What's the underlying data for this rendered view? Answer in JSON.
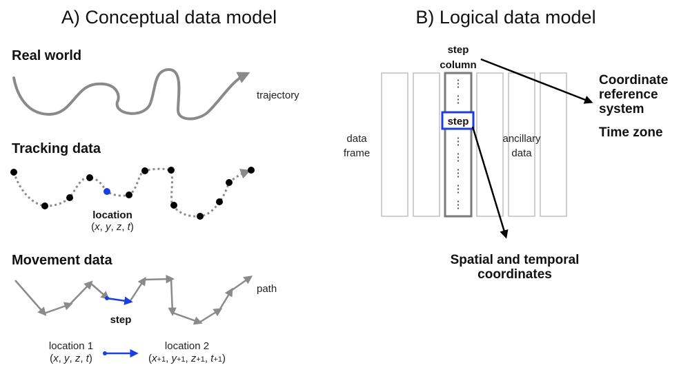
{
  "panel_a": {
    "title": "A) Conceptual data model",
    "real_world": {
      "title": "Real world",
      "trajectory_label": "trajectory"
    },
    "tracking": {
      "title": "Tracking data",
      "location_label": "location",
      "location_coords": {
        "open": "(",
        "x": "x",
        "y": "y",
        "z": "z",
        "t": "t",
        "close": ")",
        "sep": ", "
      }
    },
    "movement": {
      "title": "Movement data",
      "path_label": "path",
      "step_label": "step",
      "location1_label": "location 1",
      "location1_coords": {
        "open": "(",
        "x": "x",
        "y": "y",
        "z": "z",
        "t": "t",
        "close": ")",
        "sep": ", "
      },
      "location2_label": "location 2",
      "location2_coords": {
        "open": "(",
        "x": "x",
        "y": "y",
        "z": "z",
        "t": "t",
        "sub": "+1",
        "close": ")",
        "sep": ", "
      }
    }
  },
  "panel_b": {
    "title": "B) Logical data model",
    "step_column_label_line1": "step",
    "step_column_label_line2": "column",
    "step_cell_label": "step",
    "data_frame_line1": "data",
    "data_frame_line2": "frame",
    "ancillary_line1": "ancillary",
    "ancillary_line2": "data",
    "crs_line1": "Coordinate",
    "crs_line2": "reference",
    "crs_line3": "system",
    "time_zone": "Time zone",
    "spatial_line1": "Spatial and temporal",
    "spatial_line2": "coordinates",
    "ellipsis": "⋮"
  },
  "colors": {
    "gray": "#8a8a8a",
    "blue": "#1a3fe0",
    "black": "#000000",
    "column_border": "#b5b5b5"
  }
}
